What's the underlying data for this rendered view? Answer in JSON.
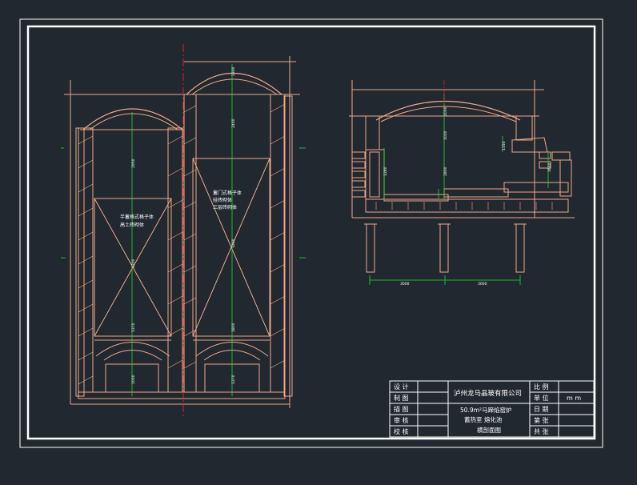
{
  "colors": {
    "background": "#212830",
    "frame": "#ffffff",
    "structure": "#f0a888",
    "dimension": "#22dd33",
    "centerline": "#e02020",
    "label": "#ffffff"
  },
  "left_drawing": {
    "chamber1_label_line1": "半蓄格式格子体",
    "chamber1_label_line2": "高土砖砌体",
    "chamber2_label_line1": "蓄门式格子体",
    "chamber2_label_line2": "硅砖砌体",
    "chamber2_label_line3": "三层砖砌体",
    "dims": [
      "2950",
      "3200",
      "2400",
      "3200",
      "1370",
      "1000",
      "1800",
      "1370",
      "2300"
    ]
  },
  "right_drawing": {
    "dims": [
      "1000",
      "1280",
      "1000",
      "2800",
      "1600",
      "1350"
    ],
    "bottom_dims": [
      "3000",
      "3000"
    ]
  },
  "title_block": {
    "rows_left": [
      "设 计",
      "制 图",
      "描 图",
      "审 核",
      "校 核"
    ],
    "company": "泸州龙马晶玻有限公司",
    "title_line1": "50.9m²马蹄焰窑炉",
    "title_line2": "蓄热室  熔化池",
    "title_line3": "横剖面图",
    "rows_right": [
      "比 例",
      "单 位",
      "日 期",
      "第 张",
      "共 张"
    ],
    "unit_value": "m m"
  }
}
